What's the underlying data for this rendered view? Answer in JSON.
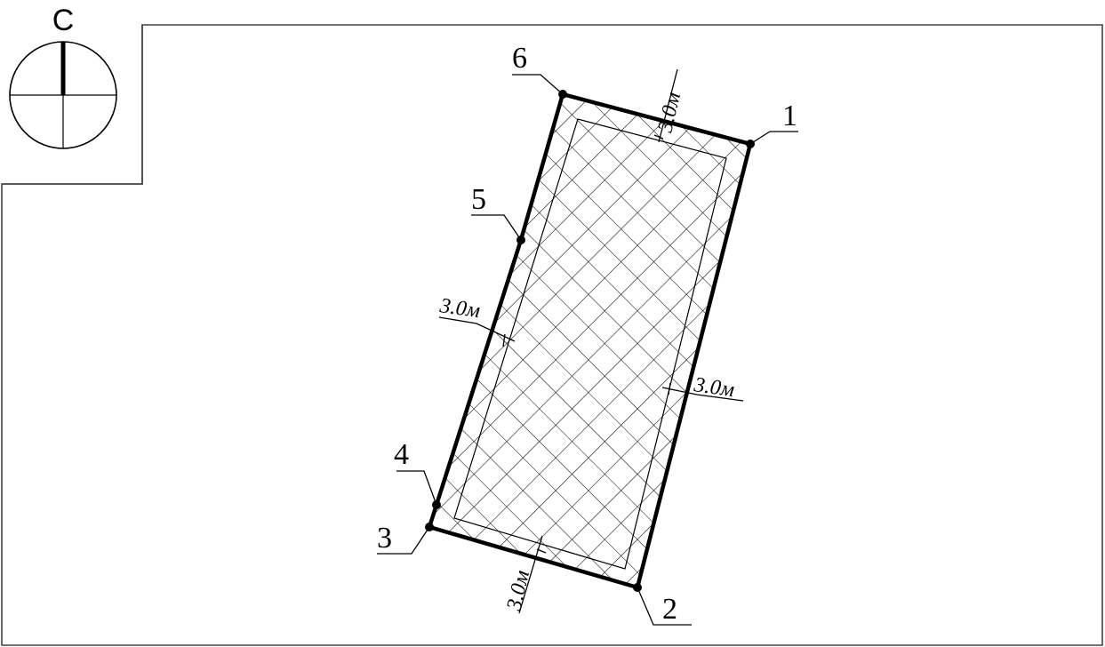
{
  "compass": {
    "north_label": "С",
    "icon": "north-arrow-icon"
  },
  "vertices": [
    {
      "id": "v1",
      "label": "1"
    },
    {
      "id": "v2",
      "label": "2"
    },
    {
      "id": "v3",
      "label": "3"
    },
    {
      "id": "v4",
      "label": "4"
    },
    {
      "id": "v5",
      "label": "5"
    },
    {
      "id": "v6",
      "label": "6"
    }
  ],
  "setbacks": {
    "top": "3.0м",
    "left": "3.0м",
    "right": "3.0м",
    "bottom": "3.0м"
  },
  "colors": {
    "line": "#000000",
    "background": "#ffffff"
  }
}
